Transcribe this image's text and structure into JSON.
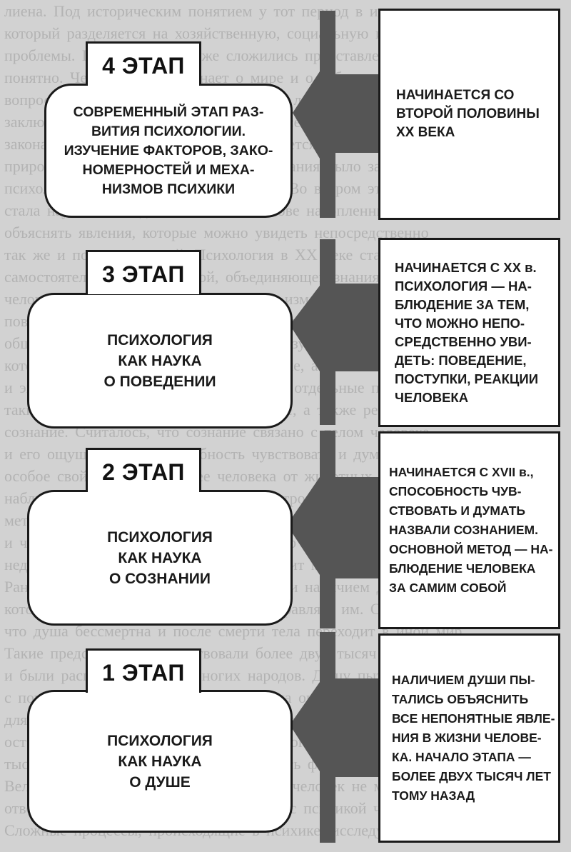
{
  "stages": [
    {
      "label": "4 ЭТАП",
      "description": "СОВРЕМЕННЫЙ ЭТАП РАЗ-\nВИТИЯ ПСИХОЛОГИИ.\nИЗУЧЕНИЕ ФАКТОРОВ, ЗАКО-\nНОМЕРНОСТЕЙ И МЕХА-\nНИЗМОВ ПСИХИКИ",
      "note": "НАЧИНАЕТСЯ СО\nВТОРОЙ ПОЛОВИНЫ\nXX ВЕКА"
    },
    {
      "label": "3 ЭТАП",
      "description": "ПСИХОЛОГИЯ\nКАК НАУКА\nО ПОВЕДЕНИИ",
      "note": "НАЧИНАЕТСЯ С XX в.\nПСИХОЛОГИЯ — НА-\nБЛЮДЕНИЕ ЗА ТЕМ,\nЧТО МОЖНО НЕПО-\nСРЕДСТВЕННО УВИ-\nДЕТЬ: ПОВЕДЕНИЕ,\nПОСТУПКИ, РЕАКЦИИ\nЧЕЛОВЕКА"
    },
    {
      "label": "2 ЭТАП",
      "description": "ПСИХОЛОГИЯ\nКАК НАУКА\nО СОЗНАНИИ",
      "note": "НАЧИНАЕТСЯ С XVII в.,\nСПОСОБНОСТЬ ЧУВ-\nСТВОВАТЬ И ДУМАТЬ\nНАЗВАЛИ СОЗНАНИЕМ.\nОСНОВНОЙ МЕТОД — НА-\nБЛЮДЕНИЕ ЧЕЛОВЕКА\nЗА САМИМ СОБОЙ"
    },
    {
      "label": "1 ЭТАП",
      "description": "ПСИХОЛОГИЯ\nКАК НАУКА\nО ДУШЕ",
      "note": "НАЛИЧИЕМ ДУШИ ПЫ-\nТАЛИСЬ ОБЪЯСНИТЬ\nВСЕ НЕПОНЯТНЫЕ ЯВЛЕ-\nНИЯ В ЖИЗНИ ЧЕЛОВЕ-\nКА. НАЧАЛО ЭТАПА —\nБОЛЕЕ ДВУХ ТЫСЯЧ ЛЕТ\nТОМУ НАЗАД"
    }
  ],
  "colors": {
    "arrow": "#555555",
    "border": "#1a1a1a",
    "box": "#ffffff",
    "background": "#d2d2d2"
  }
}
